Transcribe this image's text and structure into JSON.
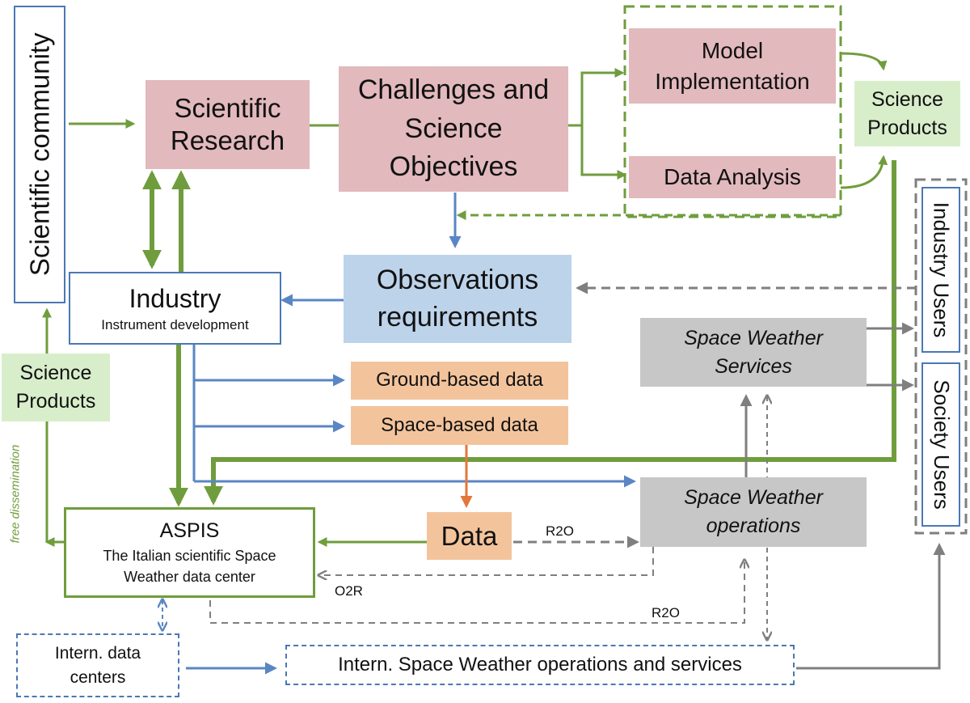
{
  "nodes": {
    "scientific_community": "Scientific community",
    "scientific_research": [
      "Scientific",
      "Research"
    ],
    "challenges": [
      "Challenges and",
      "Science",
      "Objectives"
    ],
    "model_implementation": [
      "Model",
      "Implementation"
    ],
    "data_analysis": "Data Analysis",
    "science_products_right": [
      "Science",
      "Products"
    ],
    "industry_title": "Industry",
    "industry_subtitle": "Instrument development",
    "observations": [
      "Observations",
      "requirements"
    ],
    "space_weather_services": [
      "Space Weather",
      "Services"
    ],
    "industry_users": "Industry Users",
    "society_users": "Society Users",
    "science_products_left": [
      "Science",
      "Products"
    ],
    "free_dissemination": "free dissemination",
    "ground_based": "Ground-based data",
    "space_based": "Space-based data",
    "aspis_title": "ASPIS",
    "aspis_subtitle": [
      "The Italian scientific Space",
      "Weather data center"
    ],
    "data": "Data",
    "space_weather_operations": [
      "Space Weather",
      "operations"
    ],
    "intern_data_centers": [
      "Intern. data",
      "centers"
    ],
    "intern_ops": "Intern. Space Weather operations and services"
  },
  "labels": {
    "r2o_top": "R2O",
    "o2r": "O2R",
    "r2o_bottom": "R2O"
  },
  "colors": {
    "green": "#6f9d3d",
    "blue": "#5a86c3",
    "gray": "#7f7f7f",
    "orange": "#e3763b"
  }
}
